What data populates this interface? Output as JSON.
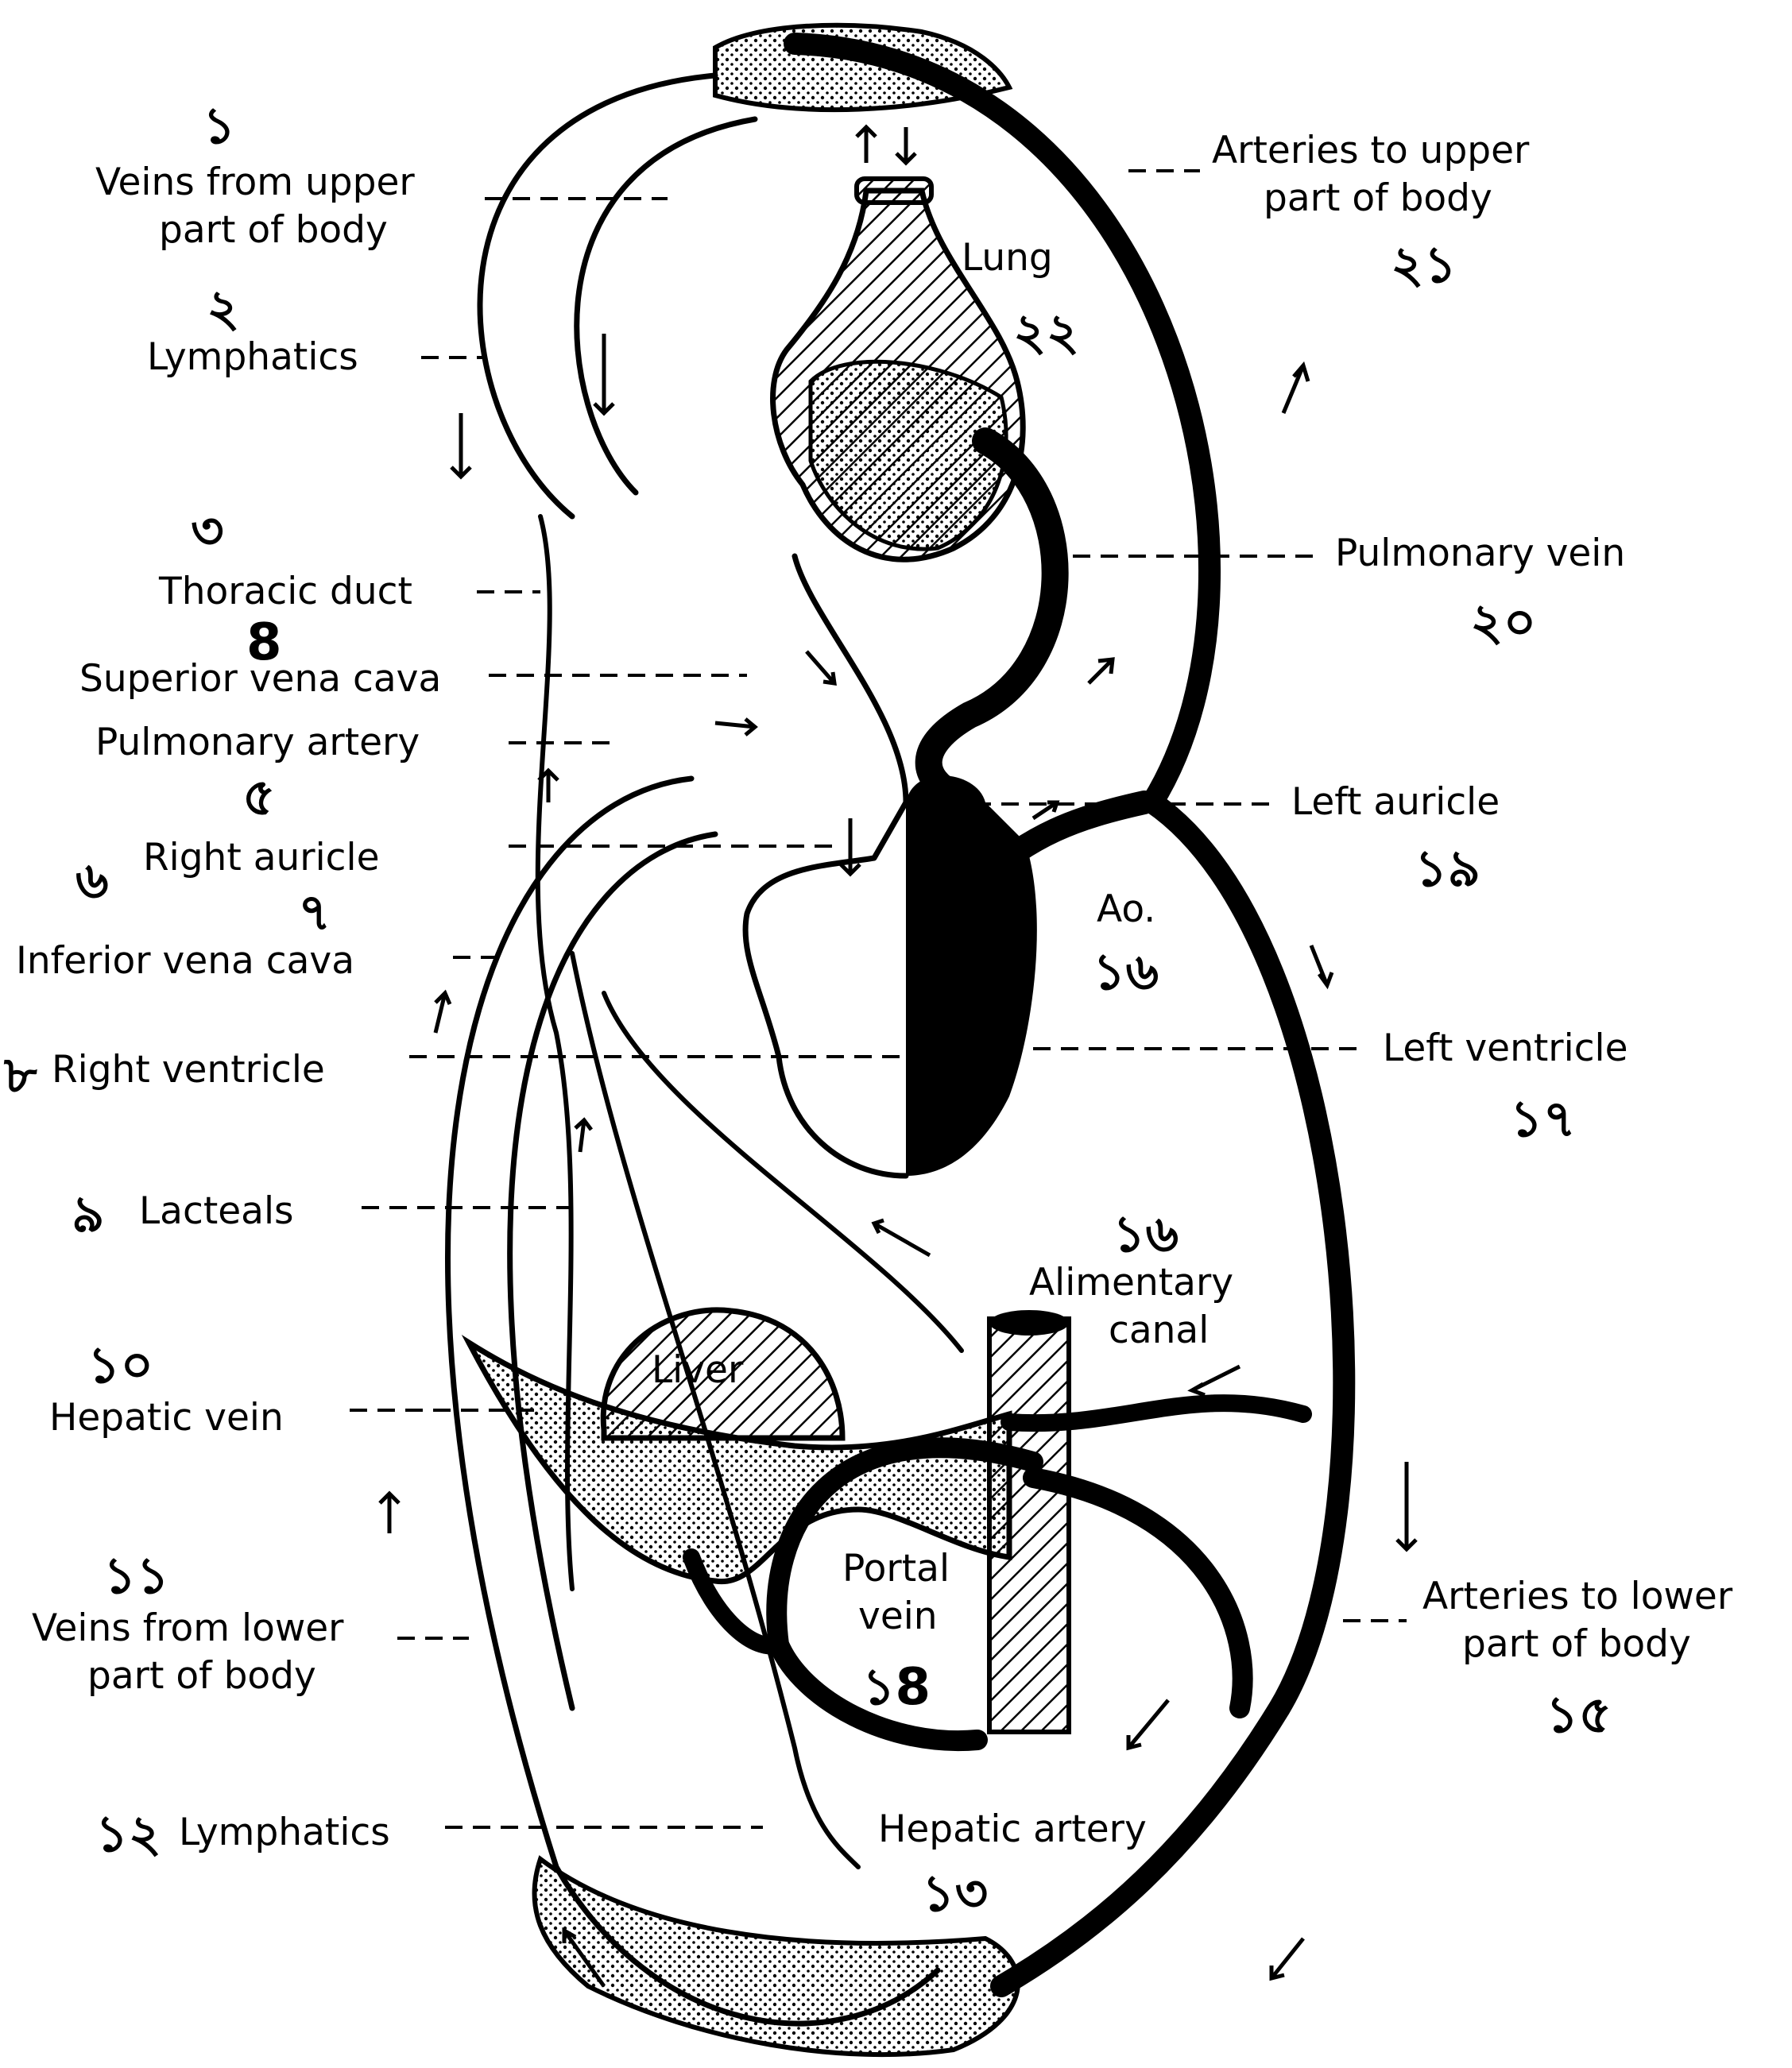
{
  "labels": {
    "veins_upper_1": "Veins from upper",
    "veins_upper_2": "part of body",
    "lymphatics_upper": "Lymphatics",
    "thoracic_duct": "Thoracic duct",
    "superior_vena_cava": "Superior vena cava",
    "pulmonary_artery": "Pulmonary artery",
    "right_auricle": "Right auricle",
    "inferior_vena_cava": "Inferior vena cava",
    "right_ventricle": "Right ventricle",
    "lacteals": "Lacteals",
    "hepatic_vein": "Hepatic vein",
    "veins_lower_1": "Veins from lower",
    "veins_lower_2": "part of body",
    "lymphatics_lower": "Lymphatics",
    "arteries_upper_1": "Arteries to upper",
    "arteries_upper_2": "part of body",
    "lung": "Lung",
    "pulmonary_vein": "Pulmonary vein",
    "left_auricle": "Left auricle",
    "aorta": "Ao.",
    "left_ventricle": "Left ventricle",
    "alimentary_1": "Alimentary",
    "alimentary_2": "canal",
    "liver": "Liver",
    "portal_1": "Portal",
    "portal_2": "vein",
    "arteries_lower_1": "Arteries to lower",
    "arteries_lower_2": "part of body",
    "hepatic_artery": "Hepatic artery"
  },
  "numbers": {
    "n_veins_upper": "১",
    "n_lymphatics_upper": "২",
    "n_thoracic_duct_a": "৩",
    "n_thoracic_duct_b": "8",
    "n_pulmonary_artery": "৫",
    "n_right_auricle": "৬",
    "n_inferior_vena_cava": "৭",
    "n_right_ventricle": "৮",
    "n_lacteals": "৯",
    "n_hepatic_vein": "১০",
    "n_veins_lower": "১১",
    "n_lymphatics_lower": "১২",
    "n_hepatic_artery": "১৩",
    "n_alimentary": "১৬",
    "n_portal_vein": "১8",
    "n_arteries_lower": "১৫",
    "n_aorta": "১৬",
    "n_left_ventricle": "১৭",
    "n_left_auricle": "১৯",
    "n_pulmonary_vein": "২০",
    "n_lung": "২২",
    "n_arteries_upper": "২১"
  },
  "colors": {
    "ink": "#000000",
    "paper": "#ffffff"
  }
}
